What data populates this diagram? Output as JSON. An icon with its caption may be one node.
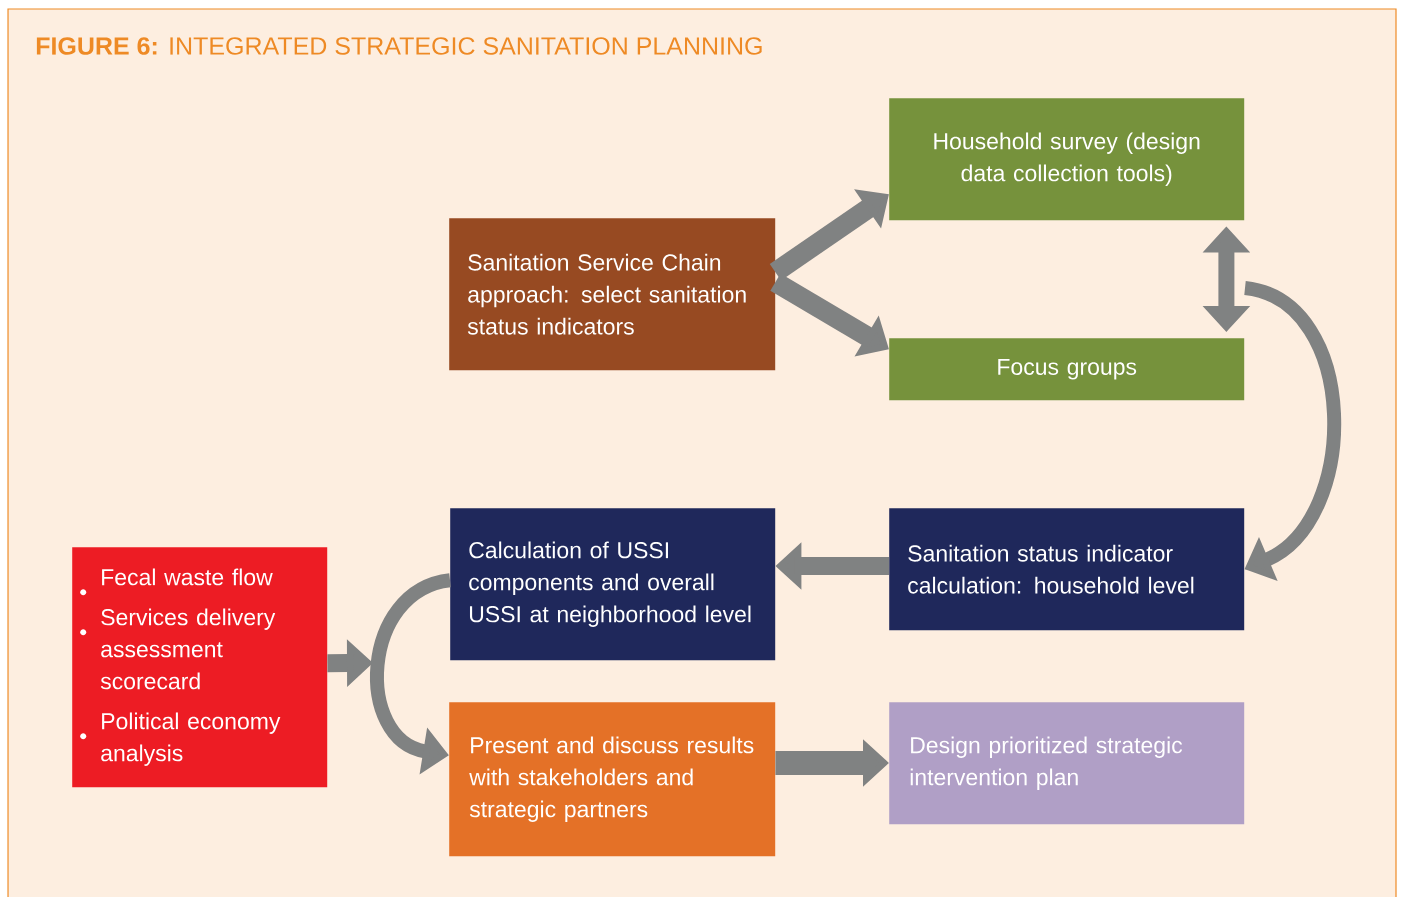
{
  "diagram": {
    "title": "**FIGURE 6:** INTEGRATED STRATEGIC SANITATION PLANNING",
    "nodes": [
      {
        "text": [
          "Sanitation Service Chain approach: select sanitation status indicators"
        ]
      },
      {
        "text": [
          "Household survey (design data collection tools)"
        ]
      },
      {
        "text": [
          "Focus groups"
        ]
      },
      {
        "text": [
          "Sanitation status indicator calculation: household level"
        ]
      },
      {
        "text": [
          "Calculation of USSI components and overall USSI at neighborhood level"
        ]
      },
      {
        "text": [
          "Fecal waste flow",
          "Services delivery assessment scorecard",
          "Political economy analysis"
        ]
      },
      {
        "text": [
          "Present and discuss results with stakeholders and strategic partners"
        ]
      },
      {
        "text": [
          "Design prioritized strategic intervention plan"
        ]
      }
    ],
    "edges": [
      {
        "from": 0,
        "to": 1,
        "arrow": "to"
      },
      {
        "from": 0,
        "to": 2,
        "arrow": "to"
      },
      {
        "from": 1,
        "to": 2,
        "arrow": "both"
      },
      {
        "from": null,
        "to": 3,
        "arrow": "to"
      },
      {
        "from": 3,
        "to": 4,
        "arrow": "to"
      },
      {
        "from": 5,
        "to": null,
        "arrow": "to"
      },
      {
        "from": 4,
        "to": 6,
        "arrow": "to"
      },
      {
        "from": 6,
        "to": 7,
        "arrow": "to"
      }
    ]
  }
}
